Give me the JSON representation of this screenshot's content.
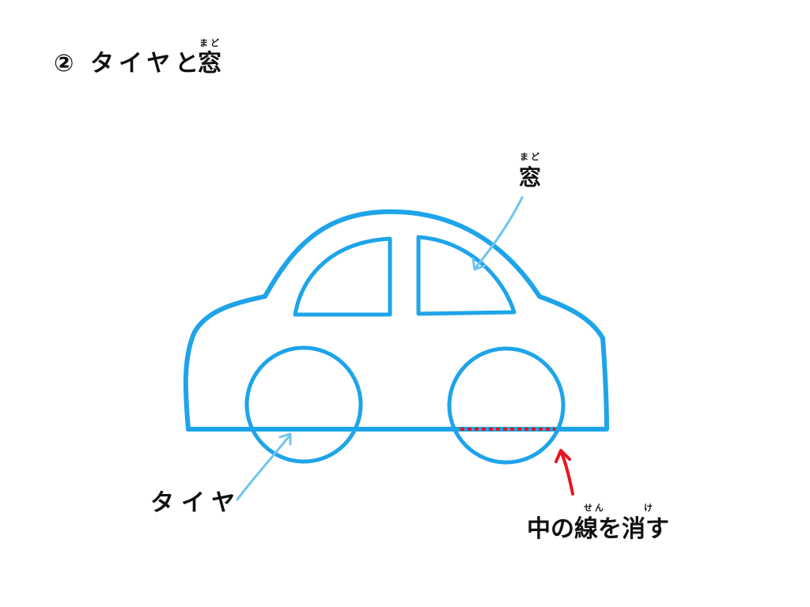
{
  "title": {
    "step": "②",
    "text": "タイヤと",
    "kanji": "窓",
    "kanji_ruby": "まど"
  },
  "labels": {
    "window": "窓",
    "window_ruby": "まど",
    "tire": "タイヤ",
    "erase_text": "中の線を消す",
    "erase_ruby_1": "せん",
    "erase_ruby_2": "け"
  },
  "colors": {
    "outline": "#1ea4e9",
    "pointer": "#6cc4f0",
    "highlight": "#e8141c",
    "text": "#111111"
  }
}
